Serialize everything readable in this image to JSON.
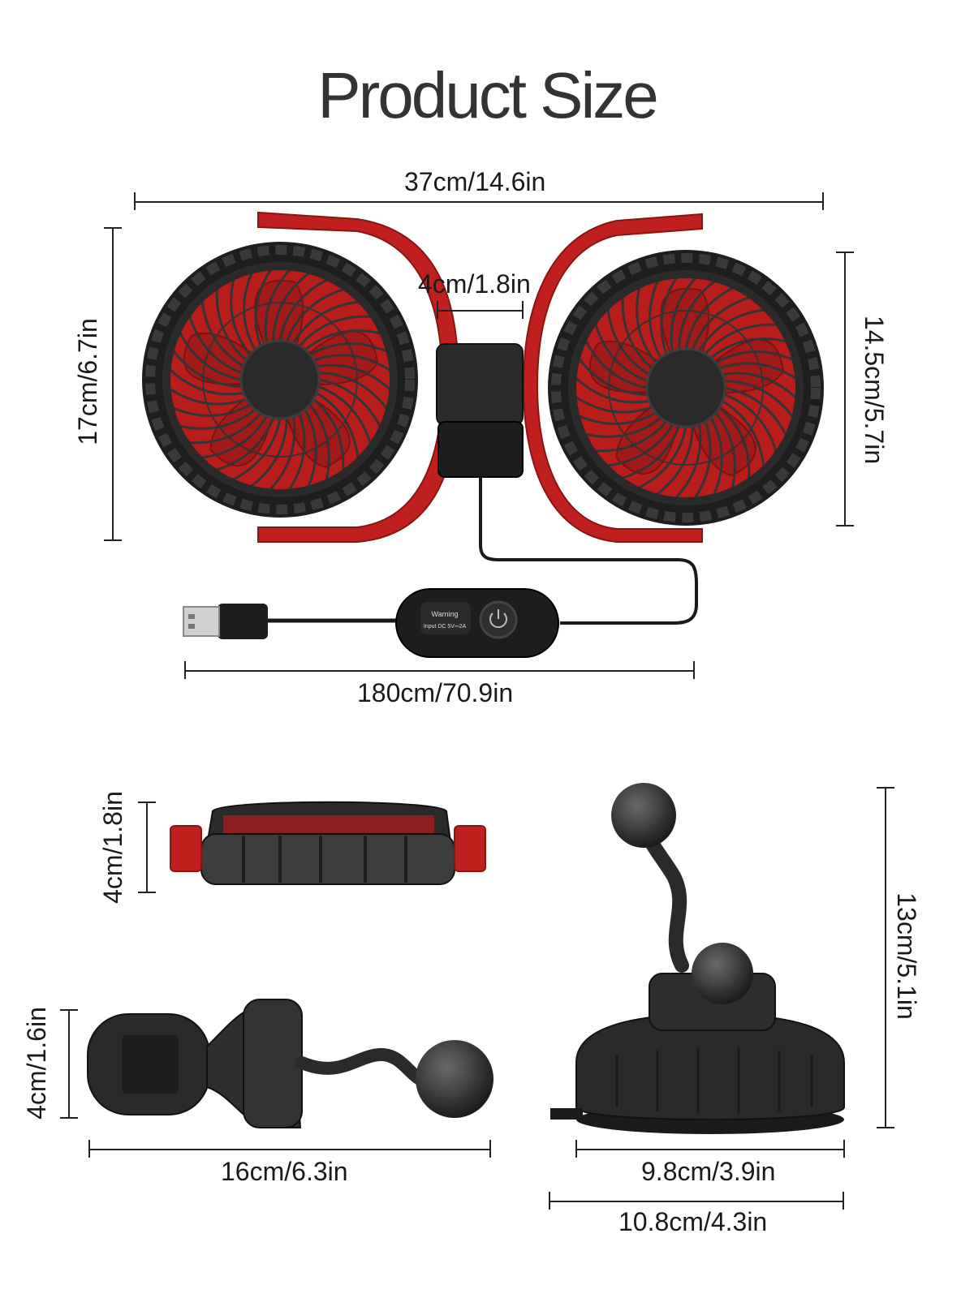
{
  "title": "Product Size",
  "dimensions": {
    "total_width": "37cm/14.6in",
    "gap": "4cm/1.8in",
    "height": "17cm/6.7in",
    "fan_diameter": "14.5cm/5.7in",
    "cable": "180cm/70.9in",
    "fan_thickness": "4cm/1.8in",
    "mount_height": "4cm/1.6in",
    "mount_length": "16cm/6.3in",
    "base_height": "13cm/5.1in",
    "base_inner": "9.8cm/3.9in",
    "base_outer": "10.8cm/4.3in"
  },
  "controller": {
    "warning": "Warning",
    "input": "Input DC 5V⎓2A"
  },
  "colors": {
    "accent": "#c0201d",
    "body": "#2a2a2a"
  }
}
